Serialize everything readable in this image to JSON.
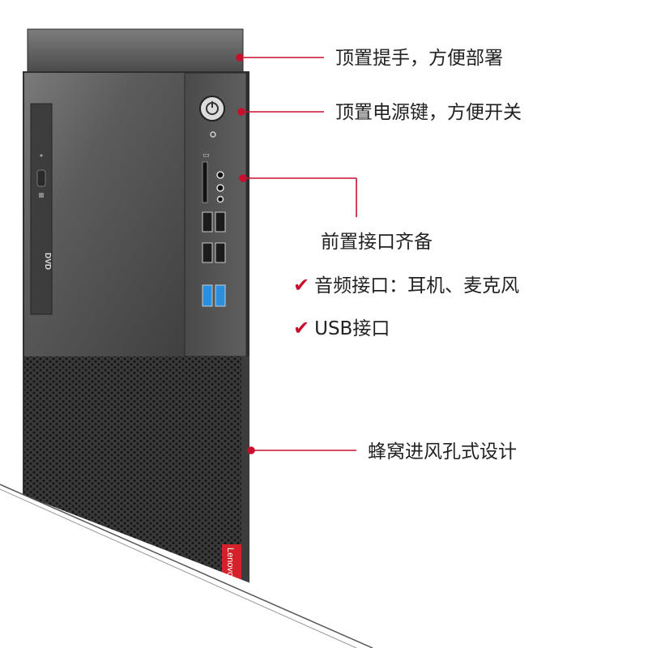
{
  "brand": {
    "logo_text": "Lenovo",
    "logo_color": "#d6202a"
  },
  "colors": {
    "accent": "#c8102e",
    "case_dark": "#3a3a3a",
    "case_mid": "#5a5a5a",
    "usb3_blue": "#2a8fe0"
  },
  "drive": {
    "label": "DVD",
    "icon": "dvd-logo"
  },
  "callouts": {
    "handle": "顶置提手，方便部署",
    "power": "顶置电源键，方便开关",
    "front_ports": "前置接口齐备",
    "audio": "音频接口：耳机、麦克风",
    "usb": "USB接口",
    "vent": "蜂窝进风孔式设计"
  },
  "check_icon": "✔"
}
